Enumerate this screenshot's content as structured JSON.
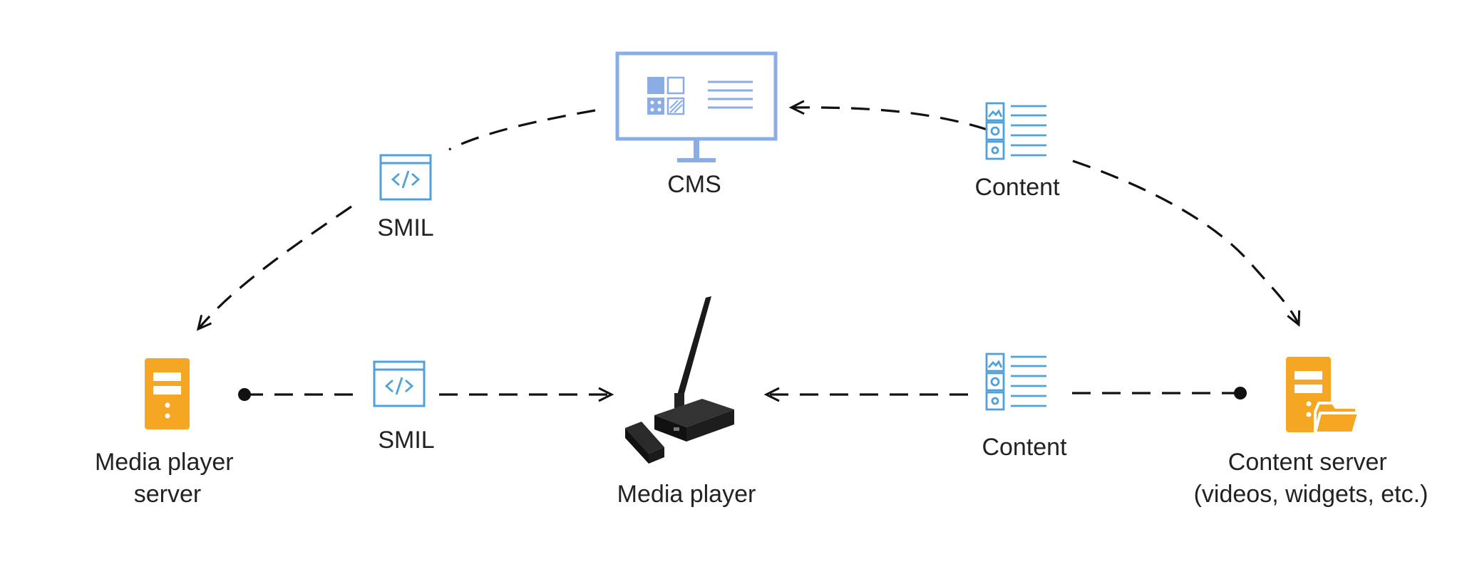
{
  "nodes": {
    "cms": {
      "label": "CMS"
    },
    "media_player_server": {
      "label_line1": "Media player",
      "label_line2": "server"
    },
    "media_player": {
      "label": "Media player"
    },
    "content_server": {
      "label_line1": "Content server",
      "label_line2": "(videos, widgets, etc.)"
    }
  },
  "edges": {
    "smil_top": {
      "label": "SMIL"
    },
    "content_top": {
      "label": "Content"
    },
    "smil_bottom": {
      "label": "SMIL"
    },
    "content_bottom": {
      "label": "Content"
    }
  },
  "icons": {
    "cms": "monitor-icon",
    "smil": "code-file-icon",
    "content": "content-list-icon",
    "server": "server-icon",
    "content_server": "server-folder-icon",
    "media_player": "router-device-icon"
  },
  "colors": {
    "cms_blue": "#8aade6",
    "icon_blue": "#4ea1db",
    "server_orange": "#f5a623",
    "line": "#111111"
  }
}
